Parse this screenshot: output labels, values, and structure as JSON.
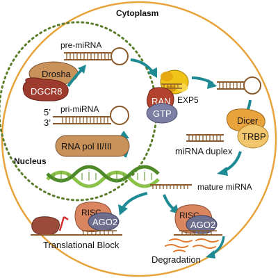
{
  "labels": {
    "cytoplasm": "Cytoplasm",
    "nucleus": "Nucleus",
    "pre_mirna": "pre-miRNA",
    "pri_mirna": "pri-miRNA",
    "five_prime": "5’",
    "three_prime": "3’",
    "drosha": "Drosha",
    "dgcr8": "DGCR8",
    "rna_pol": "RNA pol II/III",
    "ran": "RAN",
    "gtp": "GTP",
    "exp5": "EXP5",
    "dicer": "Dicer",
    "trbp": "TRBP",
    "mirna_duplex": "miRNA duplex",
    "mature_mirna": "mature miRNA",
    "risc_left": "RISC",
    "ago2_left": "AGO2",
    "risc_right": "RISC",
    "ago2_right": "AGO2",
    "translational_block": "Translational Block",
    "degradation": "Degradation"
  },
  "colors": {
    "cytoplasm_border": "#e8a23a",
    "nucleus_border": "#5a7d2a",
    "arrow": "#1e8a93",
    "rna": "#8a5a2b",
    "drosha": "#c8925a",
    "dgcr8": "#9c3b2e",
    "ran": "#b3432f",
    "gtp": "#7c7fa3",
    "exp5": "#f0c419",
    "dicer": "#e8a33d",
    "trbp": "#f2c66d",
    "risc": "#d9855f",
    "ago2": "#6e6f8e",
    "dna_a": "#8bc34a",
    "dna_b": "#4e8a2a",
    "mrna": "#e27a2e",
    "block": "#d62d2d"
  }
}
